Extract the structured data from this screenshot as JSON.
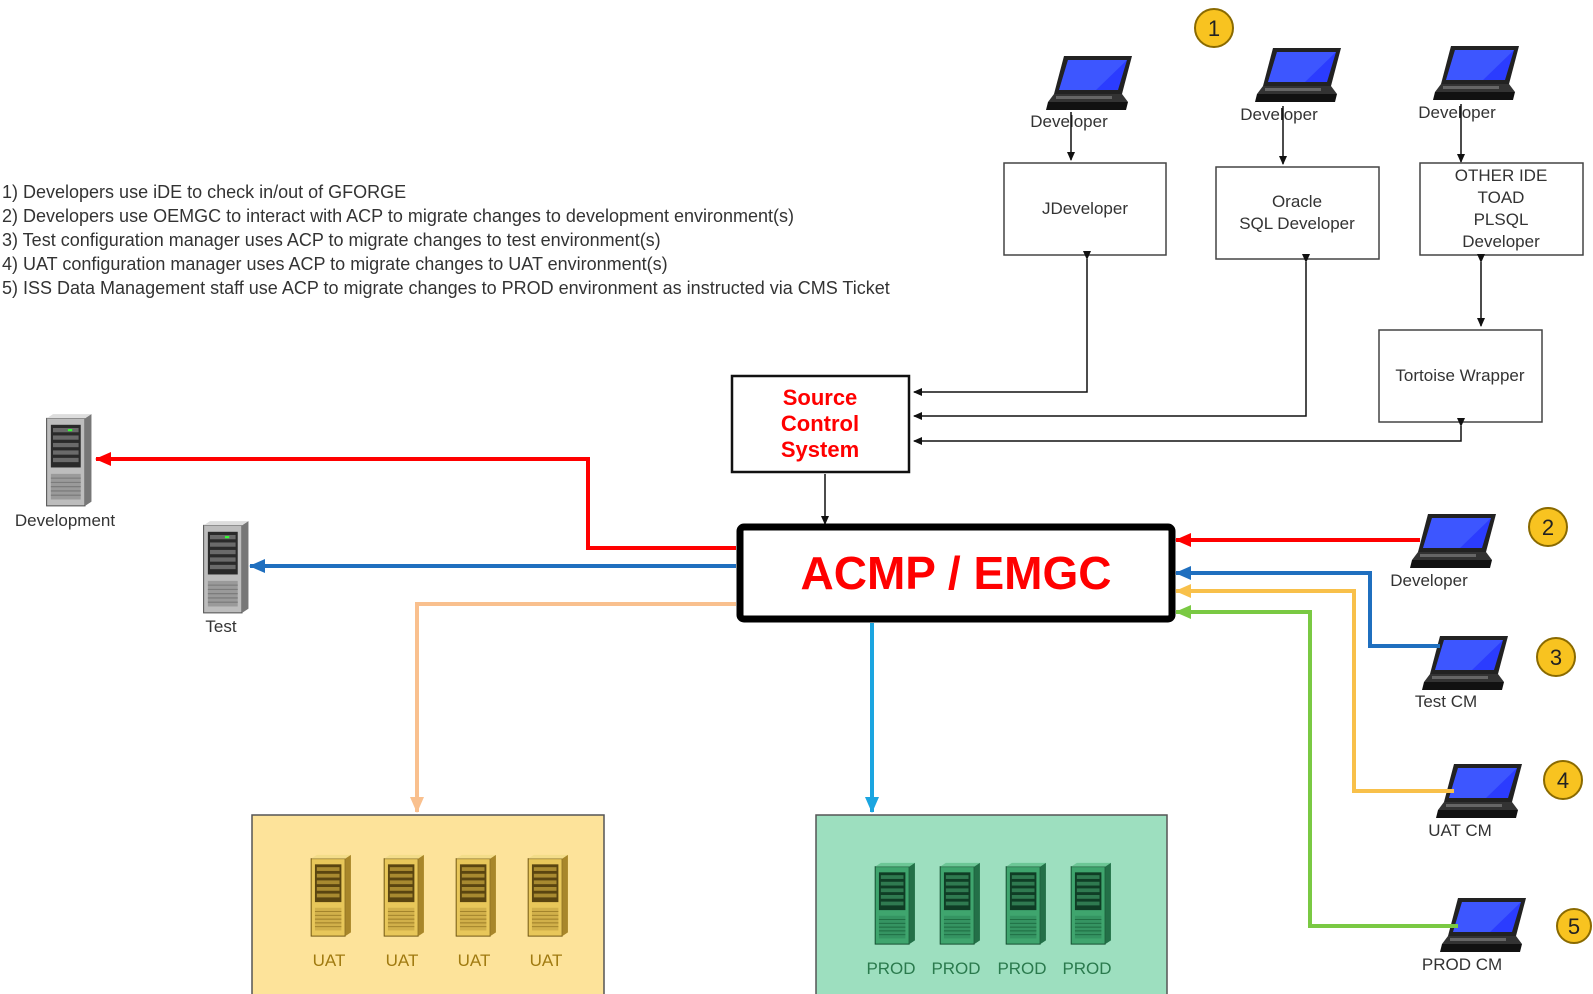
{
  "notes": [
    "1) Developers use iDE to check in/out of GFORGE",
    "2) Developers use OEMGC to interact with ACP to migrate changes to development environment(s)",
    "3) Test configuration manager uses ACP to migrate changes to test environment(s)",
    "4) UAT configuration manager uses ACP to migrate changes to UAT environment(s)",
    "5) ISS Data Management staff use ACP to migrate changes to PROD environment as instructed via CMS Ticket"
  ],
  "badges": [
    "1",
    "2",
    "3",
    "4",
    "5"
  ],
  "top_developers": [
    "Developer",
    "Developer",
    "Developer"
  ],
  "tools": {
    "jdeveloper": "JDeveloper",
    "oracle": [
      "Oracle",
      "SQL Developer"
    ],
    "other_ide": [
      "OTHER IDE",
      "TOAD",
      "PLSQL",
      "Developer"
    ],
    "tortoise": "Tortoise Wrapper"
  },
  "source_control": [
    "Source",
    "Control",
    "System"
  ],
  "main_system": "ACMP / EMGC",
  "environments": {
    "development": "Development",
    "test": "Test"
  },
  "right_users": [
    "Developer",
    "Test CM",
    "UAT CM",
    "PROD CM"
  ],
  "uat_servers": [
    "UAT",
    "UAT",
    "UAT",
    "UAT"
  ],
  "prod_servers": [
    "PROD",
    "PROD",
    "PROD",
    "PROD"
  ],
  "colors": {
    "dev_flow": "#ff0000",
    "test_flow": "#1f6fbf",
    "uat_flow": "#f8c04a",
    "prod_flow": "#7ac943",
    "uat_down": "#f9c08e",
    "prod_down": "#1ba5e0",
    "uat_box": "#fde39a",
    "prod_box": "#9ddfbf",
    "badge": "#f8c320"
  }
}
